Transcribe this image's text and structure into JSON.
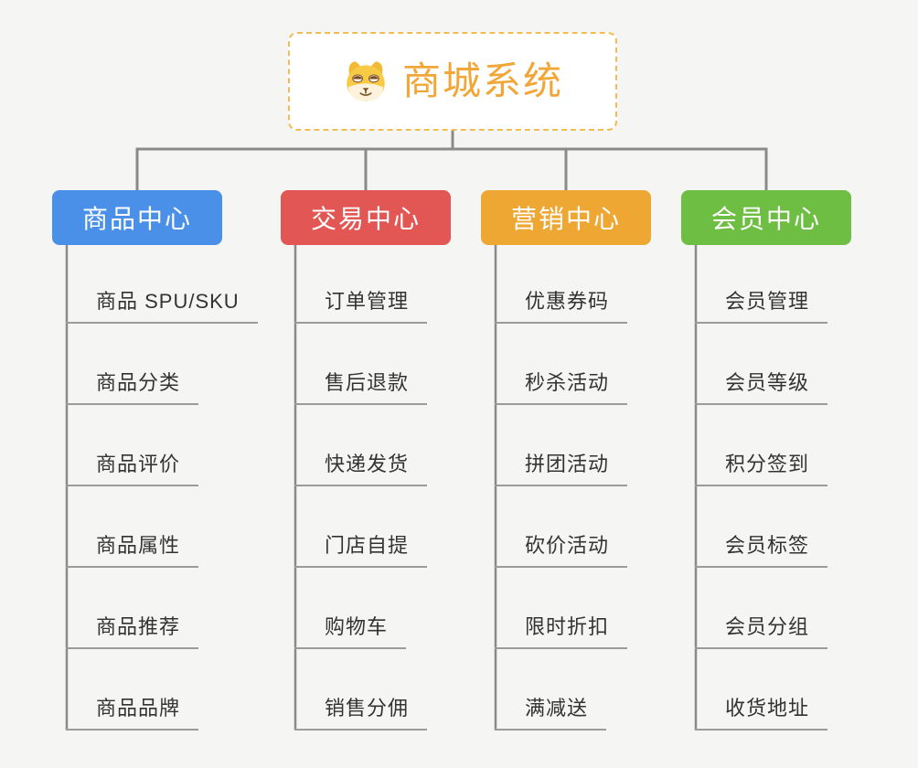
{
  "root": {
    "label": "商城系统",
    "icon": "dog-face-icon",
    "text_color": "#f0a737",
    "border_color": "#f3bb52",
    "background": "#ffffff"
  },
  "connectors": {
    "color": "#8a8a8a",
    "leaf_underline_color": "#9b9b9b"
  },
  "page_background": "#f5f5f4",
  "branches": [
    {
      "label": "商品中心",
      "color": "#4a90e8",
      "children": [
        "商品 SPU/SKU",
        "商品分类",
        "商品评价",
        "商品属性",
        "商品推荐",
        "商品品牌"
      ]
    },
    {
      "label": "交易中心",
      "color": "#e25653",
      "children": [
        "订单管理",
        "售后退款",
        "快递发货",
        "门店自提",
        "购物车",
        "销售分佣"
      ]
    },
    {
      "label": "营销中心",
      "color": "#efa733",
      "children": [
        "优惠券码",
        "秒杀活动",
        "拼团活动",
        "砍价活动",
        "限时折扣",
        "满减送"
      ]
    },
    {
      "label": "会员中心",
      "color": "#6ebe44",
      "children": [
        "会员管理",
        "会员等级",
        "积分签到",
        "会员标签",
        "会员分组",
        "收货地址"
      ]
    }
  ]
}
